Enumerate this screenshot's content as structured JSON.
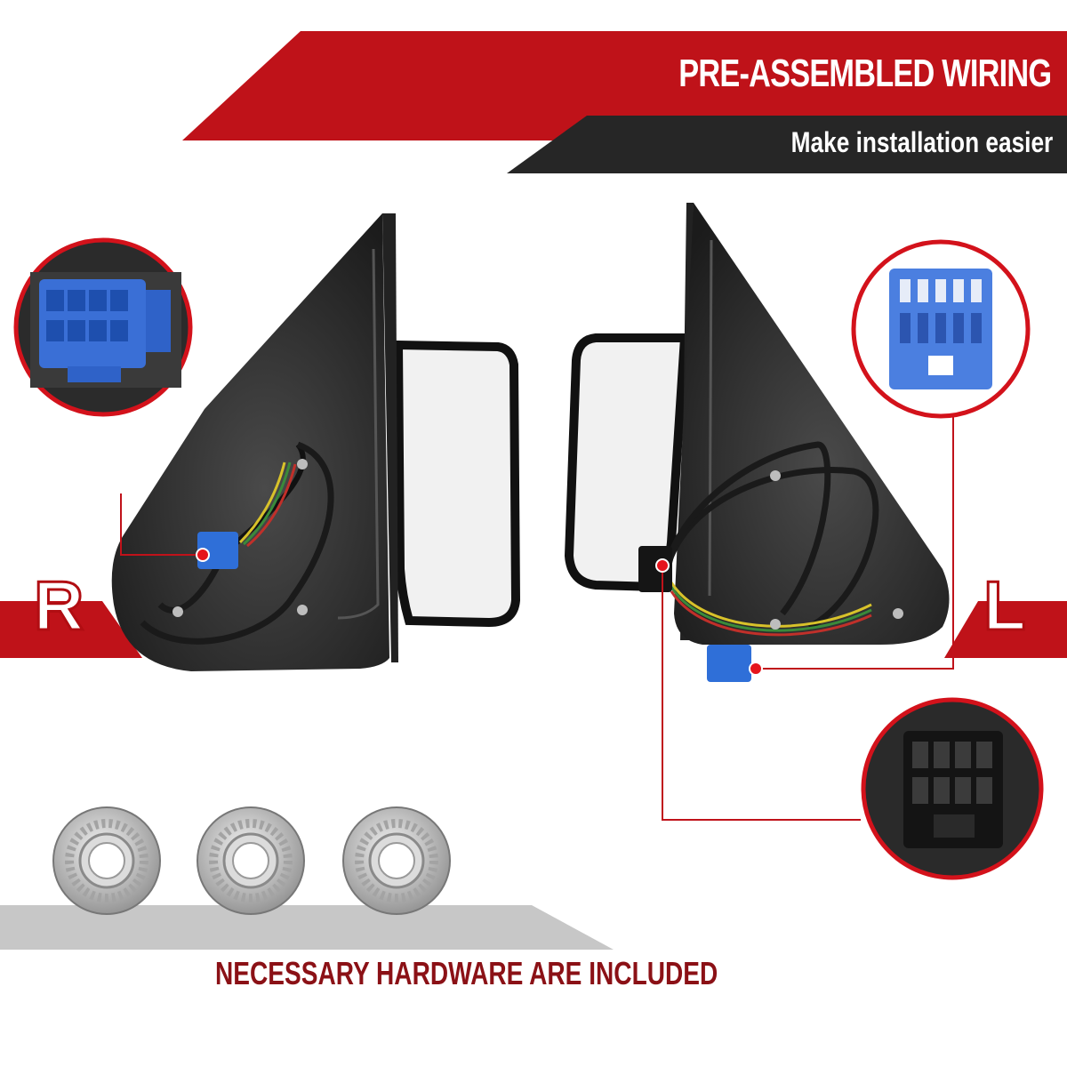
{
  "banner": {
    "headline": "PRE-ASSEMBLED WIRING",
    "subline": "Make installation easier",
    "accent_color": "#c0121a",
    "dark_color": "#262626"
  },
  "sides": {
    "right_letter": "R",
    "left_letter": "L"
  },
  "footer": {
    "caption": "NECESSARY HARDWARE ARE INCLUDED"
  },
  "connectors": {
    "right_connector_color": "blue",
    "left_connector_male_color": "blue",
    "left_connector_female_color": "black"
  }
}
